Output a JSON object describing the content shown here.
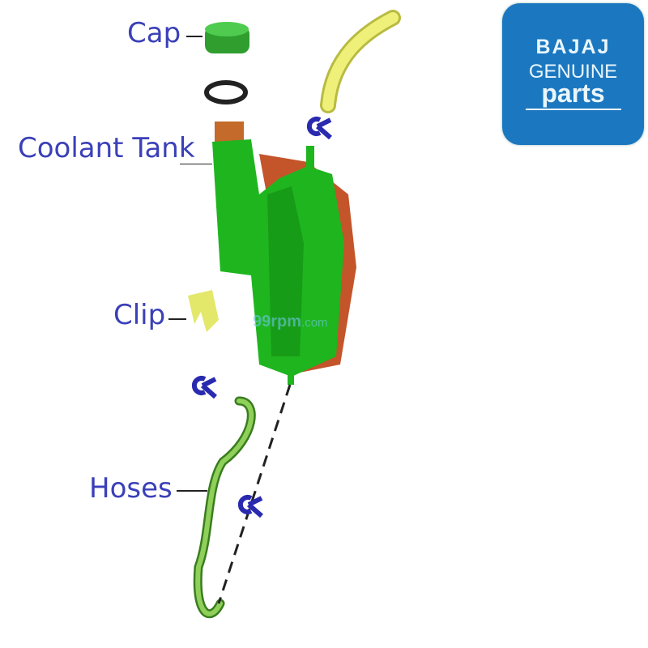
{
  "labels": {
    "cap": "Cap",
    "coolant_tank": "Coolant Tank",
    "clip": "Clip",
    "hoses": "Hoses"
  },
  "logo": {
    "line1": "BAJAJ",
    "line2": "GENUINE",
    "line3": "parts"
  },
  "watermark": {
    "name": "99rpm",
    "suffix": ".com"
  },
  "colors": {
    "label": "#3b40b8",
    "part_green": "#1fb51f",
    "tank_rear": "#c4542a",
    "hose_yellow": "#e8ec6a",
    "clip_blue": "#2a2ab0",
    "logo_bg": "#1b78c0"
  }
}
